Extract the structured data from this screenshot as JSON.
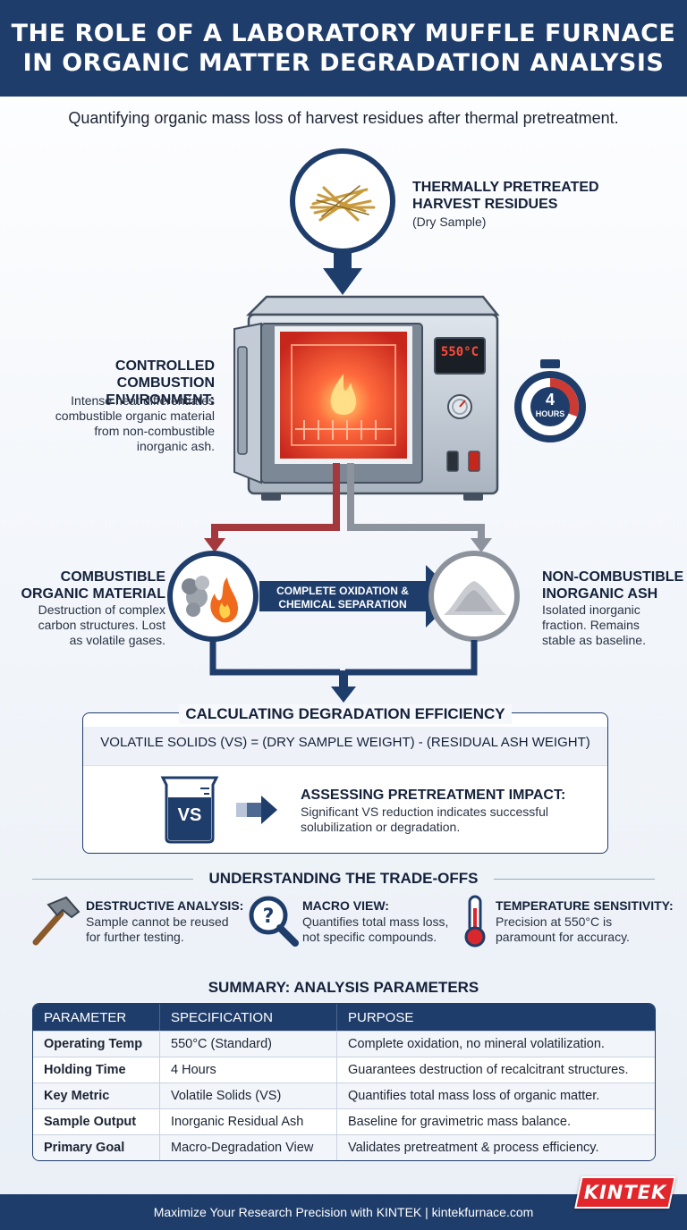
{
  "header": {
    "title_line1": "THE ROLE OF A LABORATORY MUFFLE FURNACE",
    "title_line2": "IN ORGANIC MATTER DEGRADATION ANALYSIS"
  },
  "subtitle": "Quantifying organic mass loss of harvest residues after thermal pretreatment.",
  "sample": {
    "title_line1": "THERMALLY PRETREATED",
    "title_line2": "HARVEST RESIDUES",
    "note": "(Dry Sample)"
  },
  "furnace": {
    "display": "550°C",
    "timer_number": "4",
    "timer_unit": "HOURS"
  },
  "environment": {
    "title_line1": "CONTROLLED COMBUSTION",
    "title_line2": "ENVIRONMENT:",
    "lines": [
      "Intense heat differentiates",
      "combustible organic material",
      "from non-combustible",
      "inorganic ash."
    ]
  },
  "combustible": {
    "title_line1": "COMBUSTIBLE",
    "title_line2": "ORGANIC MATERIAL",
    "lines": [
      "Destruction of complex",
      "carbon structures. Lost",
      "as volatile gases."
    ]
  },
  "arrow_label": {
    "line1": "COMPLETE OXIDATION &",
    "line2": "CHEMICAL SEPARATION"
  },
  "noncombustible": {
    "title_line1": "NON-COMBUSTIBLE",
    "title_line2": "INORGANIC ASH",
    "lines": [
      "Isolated inorganic",
      "fraction. Remains",
      "stable as baseline."
    ]
  },
  "efficiency": {
    "title": "CALCULATING DEGRADATION EFFICIENCY",
    "formula": "VOLATILE SOLIDS (VS) = (DRY SAMPLE WEIGHT) - (RESIDUAL ASH WEIGHT)",
    "beaker_label": "VS",
    "impact_title": "ASSESSING PRETREATMENT IMPACT:",
    "impact_lines": [
      "Significant VS reduction indicates successful",
      "solubilization or degradation."
    ]
  },
  "tradeoffs": {
    "title": "UNDERSTANDING THE TRADE-OFFS",
    "items": [
      {
        "title": "DESTRUCTIVE ANALYSIS:",
        "line1": "Sample cannot be reused",
        "line2": "for further testing.",
        "icon": "hammer-icon"
      },
      {
        "title": "MACRO VIEW:",
        "line1": "Quantifies total mass loss,",
        "line2": "not specific compounds.",
        "icon": "magnifier-question-icon"
      },
      {
        "title": "TEMPERATURE SENSITIVITY:",
        "line1": "Precision at 550°C is",
        "line2": "paramount for accuracy.",
        "icon": "thermometer-icon"
      }
    ]
  },
  "summary": {
    "title": "SUMMARY: ANALYSIS PARAMETERS",
    "headers": [
      "PARAMETER",
      "SPECIFICATION",
      "PURPOSE"
    ],
    "rows": [
      [
        "Operating Temp",
        "550°C (Standard)",
        "Complete oxidation, no mineral volatilization."
      ],
      [
        "Holding Time",
        "4 Hours",
        "Guarantees destruction of recalcitrant structures."
      ],
      [
        "Key Metric",
        "Volatile Solids (VS)",
        "Quantifies total mass loss of organic matter."
      ],
      [
        "Sample Output",
        "Inorganic Residual Ash",
        "Baseline for gravimetric mass balance."
      ],
      [
        "Primary Goal",
        "Macro-Degradation View",
        "Validates pretreatment & process efficiency."
      ]
    ]
  },
  "footer": {
    "text": "Maximize Your Research Precision with KINTEK | kintekfurnace.com",
    "logo": "KINTEK"
  },
  "colors": {
    "navy": "#1f3d6b",
    "red_path": "#a3383d",
    "gray_path": "#8d939c",
    "brand_red": "#e2262b"
  }
}
